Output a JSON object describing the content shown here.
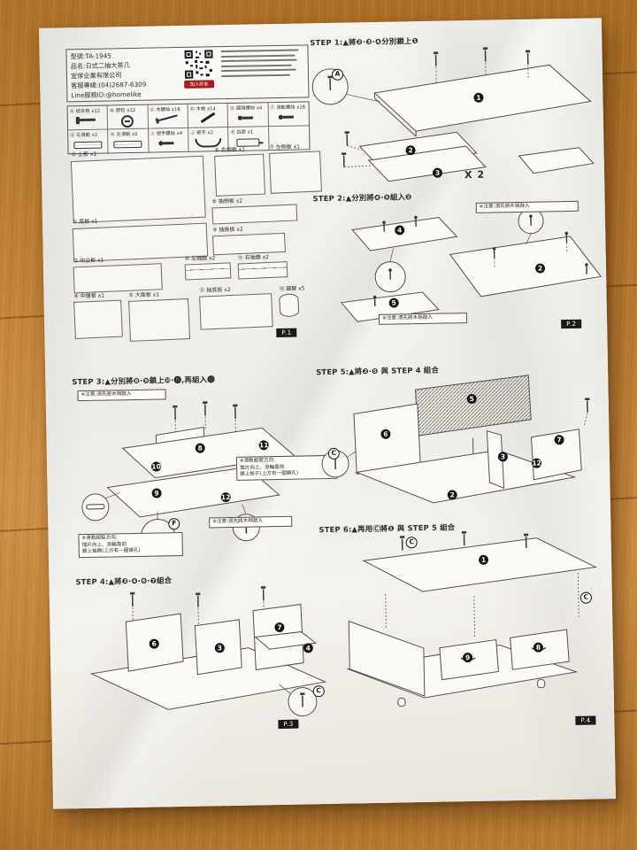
{
  "info": {
    "model": "型號:TA-1945",
    "product": "品名:日式二抽大茶几",
    "company": "宜傢企業有限公司",
    "hotline": "客服專線:(04)2687-6309",
    "line_id": "Line服務ID:@homelike",
    "qr_button": "加入好友"
  },
  "hardware": {
    "items": [
      "Ⓐ 結合梢 x12",
      "Ⓑ 膠粒 x12",
      "Ⓒ 木螺絲 x16",
      "Ⓓ 木梢 x14",
      "Ⓔ 圓頭螺絲 x4",
      "Ⓕ 滑軌螺絲 x16",
      "Ⓖ 右滑軌 x2",
      "Ⓗ 左滑軌 x2",
      "Ⓘ 把手螺絲 x4",
      "Ⓙ 把手 x2",
      "Ⓚ 白膠 x1"
    ]
  },
  "parts": {
    "items": [
      "① 上板 x1",
      "② 底板 x1",
      "③ 中立板 x1",
      "④ 中層板 x1",
      "⑤ 大面板 x1",
      "⑥ 右側板 x1",
      "⑦ 左側板 x1",
      "⑧ 抽側板 x2",
      "⑨ 抽後板 x2",
      "⑩ 左抽牆 x2",
      "⑪ 右抽牆 x2",
      "⑫ 抽底板 x2",
      "⑬ 圓腳 x5"
    ]
  },
  "steps": {
    "s1": {
      "title": "STEP 1:▲將❷·❸·❹分別鎖上❶",
      "x2": "X 2",
      "callout": "A",
      "badges": [
        "1",
        "2",
        "3"
      ]
    },
    "s2": {
      "title": "STEP 2:▲分別將❹·❺組入❷",
      "badges": [
        "4",
        "5",
        "2"
      ]
    },
    "s3": {
      "title": "STEP 3:▲分別將❽·❾鎖上❿·⓫,再組入⓬",
      "callout": "F",
      "badges": [
        "8",
        "10",
        "11",
        "9",
        "12"
      ]
    },
    "s4": {
      "title": "STEP 4:▲將❸·❹·❻·❼組合",
      "callout": "C",
      "badges": [
        "6",
        "3",
        "7",
        "4"
      ]
    },
    "s5": {
      "title": "STEP 5:▲將❷·❺ 與 STEP 4 組合",
      "callout": "C",
      "badges": [
        "6",
        "5",
        "3",
        "12",
        "7",
        "2"
      ]
    },
    "s6": {
      "title": "STEP 6:▲再用Ⓒ將❶ 與 STEP 5 組合",
      "callout": "C",
      "badges": [
        "1",
        "9",
        "8"
      ]
    }
  },
  "notes": {
    "dowel": "※注意:須先將木梢敲入",
    "slide_top": "※滑軌組裝方向:\n擋片向上、滾輪靠前\n鎖上板子(上方有一圈鎖孔)",
    "slide_bottom": "※滑軌組裝方向:\n擋片向上、滾輪靠前\n鎖上抽屜(上方有一圈鎖孔)"
  },
  "pages": [
    "P.1",
    "P.2",
    "P.3",
    "P.4"
  ]
}
